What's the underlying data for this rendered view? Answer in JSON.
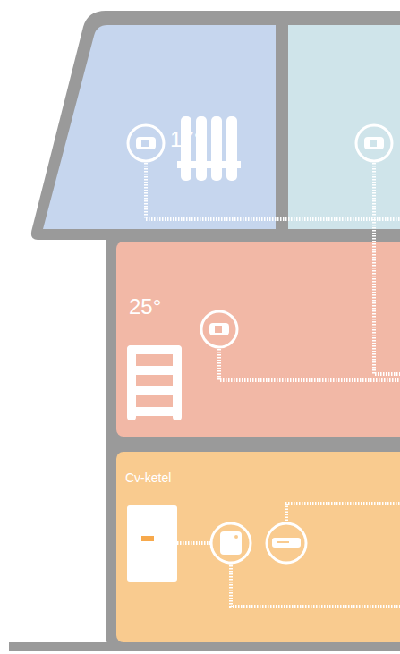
{
  "diagram": {
    "nodes": [
      {
        "text": [
          "17°"
        ]
      },
      {
        "text": [
          "25°"
        ]
      },
      {
        "text": [
          "Cv-ketel"
        ]
      }
    ]
  }
}
